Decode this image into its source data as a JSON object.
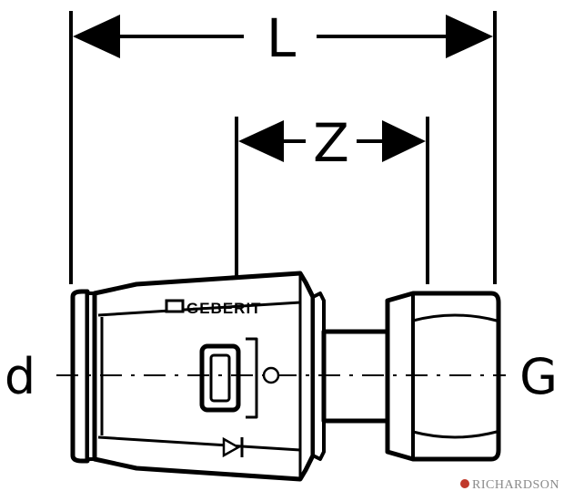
{
  "dimensions": {
    "length_label": "L",
    "offset_label": "Z"
  },
  "ends": {
    "pipe_label": "d",
    "thread_label": "G"
  },
  "fitting": {
    "brand": "GEBERIT"
  },
  "watermark": {
    "text": "RICHARDSON"
  },
  "colors": {
    "line": "#000000",
    "background": "#ffffff",
    "watermark_text": "#8a8a8a",
    "watermark_logo": "#c0392b"
  }
}
